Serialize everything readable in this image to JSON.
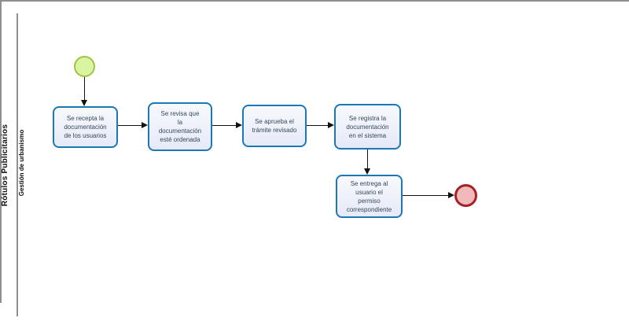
{
  "diagram": {
    "type": "bpmn-process",
    "pool": {
      "label": "Rótulos Publicitarios"
    },
    "lane": {
      "label": "Gestión de urbanismo"
    }
  },
  "tasks": [
    {
      "id": "task-1",
      "label": "Se recepta la\ndocumentación\nde los usuarios"
    },
    {
      "id": "task-2",
      "label": "Se revisa que\nla\ndocumentación\nesté ordenada"
    },
    {
      "id": "task-3",
      "label": "Se aprueba el\ntrámite revisado"
    },
    {
      "id": "task-4",
      "label": "Se registra la\ndocumentación\nen el sistema"
    },
    {
      "id": "task-5",
      "label": "Se entrega al\nusuario el\npermiso\ncorrespondiente"
    }
  ],
  "events": [
    {
      "id": "start-event",
      "kind": "start"
    },
    {
      "id": "end-event",
      "kind": "end"
    }
  ],
  "flows": [
    {
      "from": "start-event",
      "to": "task-1"
    },
    {
      "from": "task-1",
      "to": "task-2"
    },
    {
      "from": "task-2",
      "to": "task-3"
    },
    {
      "from": "task-3",
      "to": "task-4"
    },
    {
      "from": "task-4",
      "to": "task-5"
    },
    {
      "from": "task-5",
      "to": "end-event"
    }
  ],
  "colors": {
    "task_border": "#1b77b5",
    "task_fill": "#e9edf8",
    "task_text": "#37485a",
    "start_event_fill": "#d9f5a2",
    "start_event_border": "#9dc543",
    "end_event_fill": "#f1b9b9",
    "end_event_border": "#a62126",
    "pool_border": "#8f8f8f",
    "flow_line": "#111111"
  }
}
